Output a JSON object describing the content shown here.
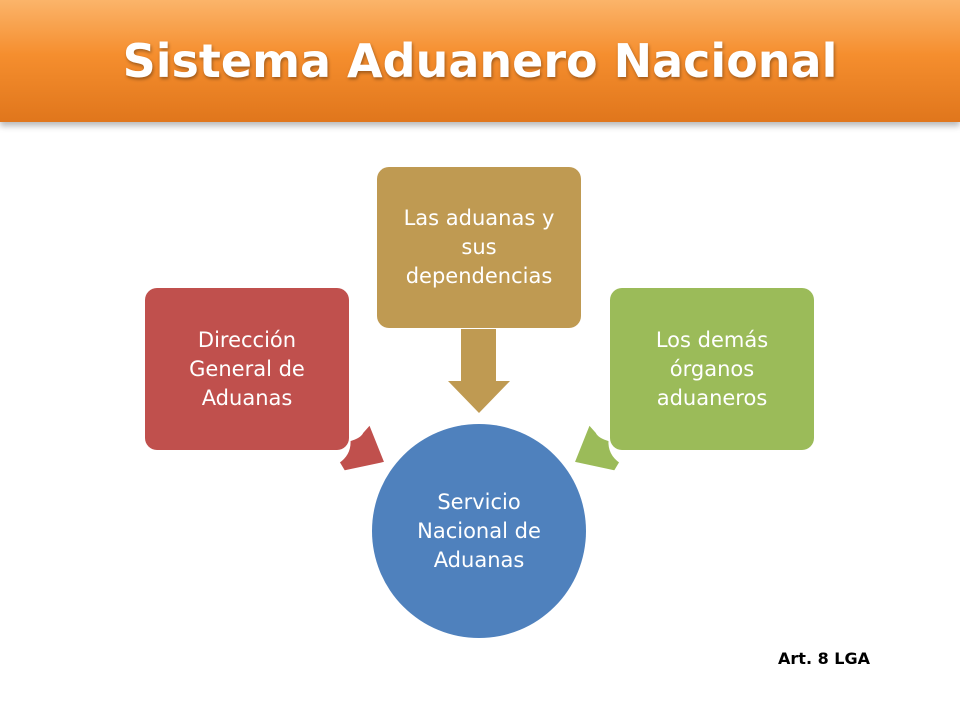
{
  "slide": {
    "title": "Sistema Aduanero Nacional",
    "footnote": "Art. 8 LGA"
  },
  "diagram": {
    "center": {
      "label": "Servicio Nacional de Aduanas",
      "color": "#4f81bd"
    },
    "nodes": [
      {
        "label": "Dirección General de Aduanas",
        "color": "#c0504d"
      },
      {
        "label": "Las aduanas y sus dependencias",
        "color": "#bf9a52"
      },
      {
        "label": "Los demás órganos aduaneros",
        "color": "#9bbb59"
      }
    ]
  },
  "colors": {
    "title_bar": "#f58e2e",
    "title_text": "#ffffff"
  }
}
